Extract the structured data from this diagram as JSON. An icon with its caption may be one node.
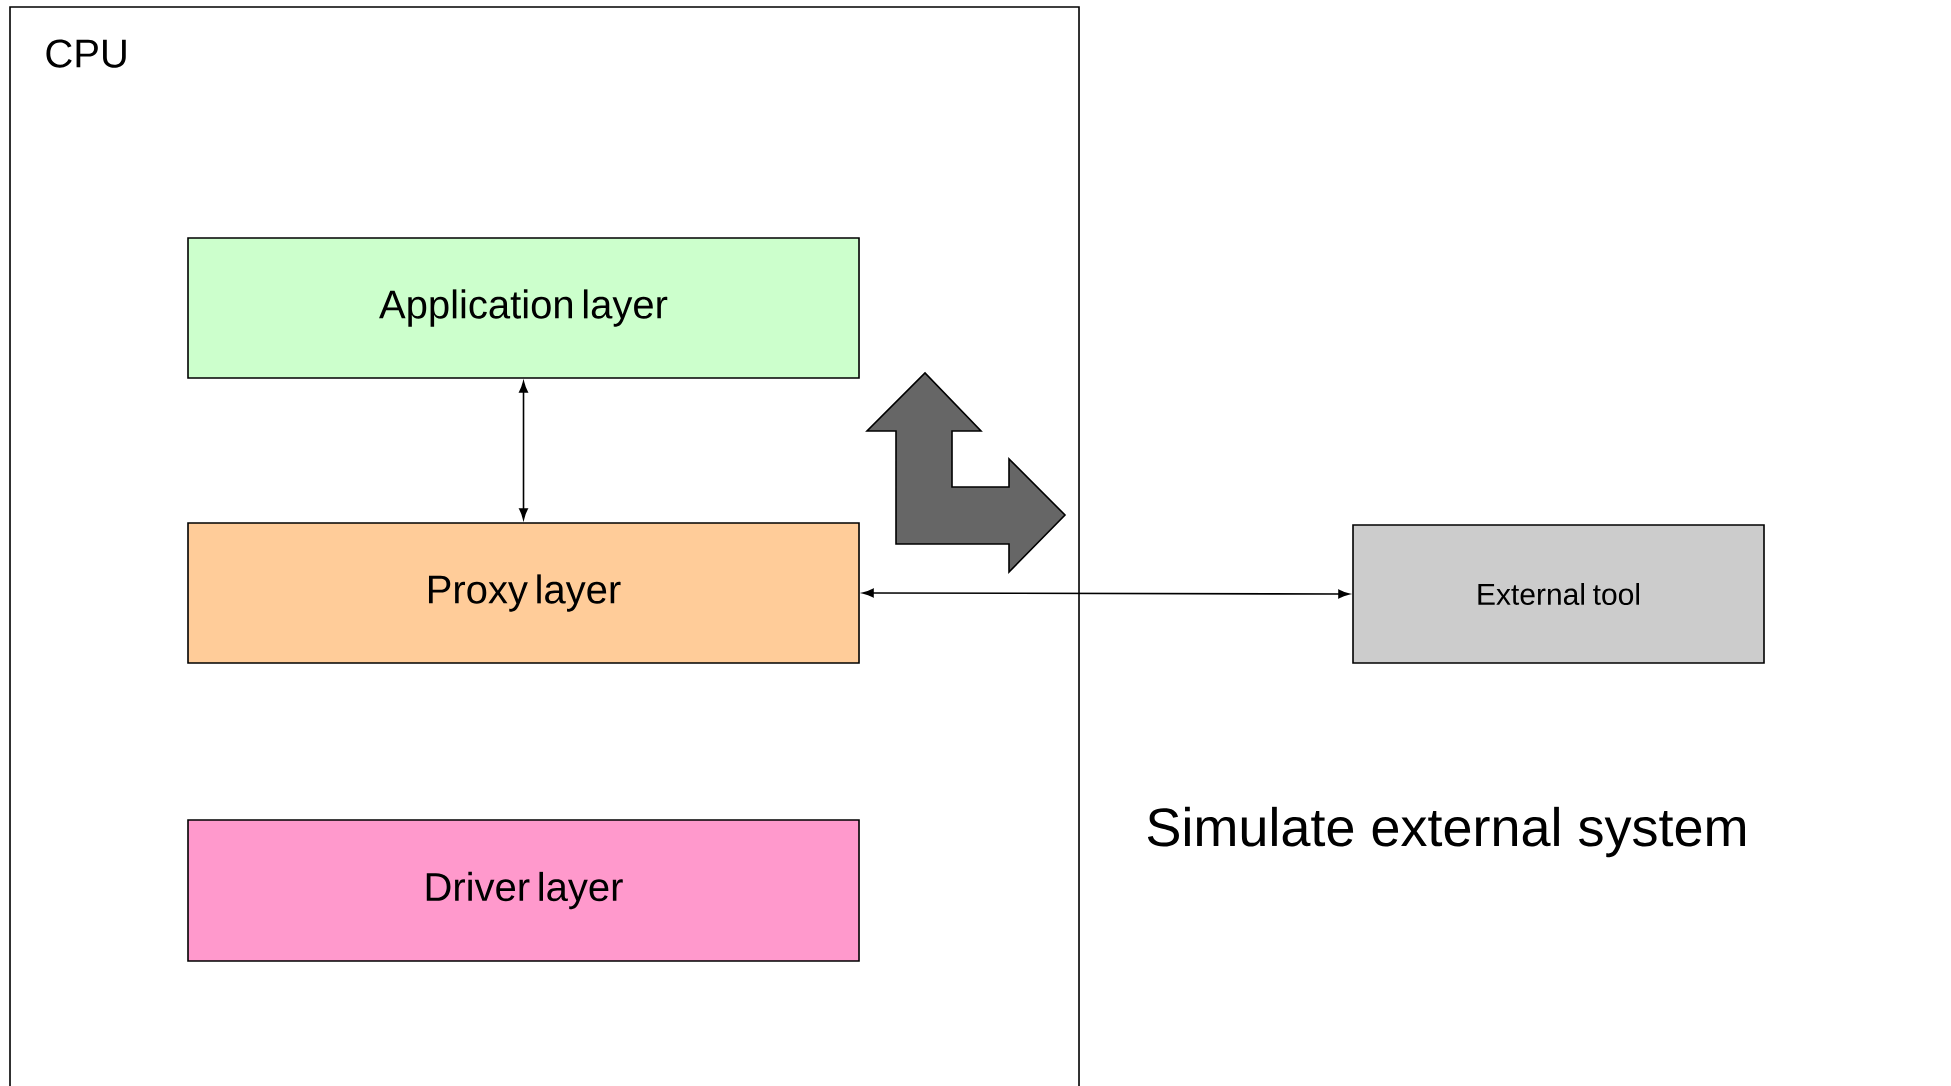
{
  "diagram": {
    "nodes": [
      {
        "text": [
          "CPU"
        ]
      },
      {
        "text": [
          "Application layer"
        ],
        "in": 0
      },
      {
        "text": [
          "Proxy layer"
        ],
        "in": 0
      },
      {
        "text": [
          "Driver layer"
        ],
        "in": 0
      },
      {
        "text": [
          "External tool"
        ]
      }
    ],
    "edges": [
      {
        "from": 1,
        "to": 2,
        "arrow": "both"
      },
      {
        "from": 2,
        "to": 4,
        "arrow": "both"
      }
    ],
    "labels": [
      "Simulate external system"
    ]
  }
}
